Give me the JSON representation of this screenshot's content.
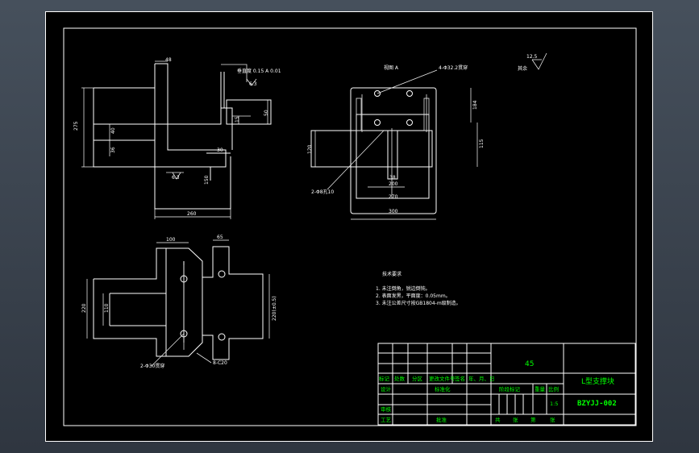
{
  "drawing": {
    "view_labels": {
      "view_a": "视图 A",
      "counterbore_top": "4-Φ32.2贯穿",
      "counterbore_side": "2-Φ8孔10",
      "holes_bottom": "2-Φ30贯穿",
      "chamfer": "8-C20",
      "surface_finish": "12.5",
      "surface_note": "其余",
      "roughness_small": "6.3"
    },
    "dims": {
      "d48": "48",
      "d275": "275",
      "d40": "40",
      "d36": "36",
      "d30": "30",
      "d15": "15",
      "d50": "50",
      "d150": "150",
      "d260": "260",
      "d184": "184",
      "d115": "115",
      "d120": "120",
      "d38": "38",
      "d200": "200",
      "d270": "270",
      "d300": "300",
      "d100": "100",
      "d65": "65",
      "d220": "220",
      "d110": "110",
      "d2209": "220(±0.5)"
    },
    "leader_top": "垂直度\n0.15 A 0.01",
    "tech": {
      "title": "技术要求",
      "lines": [
        "1. 未注倒角，锐边倒钝。",
        "2. 表面发黑，平面度：0.05mm。",
        "3. 未注公差尺寸按GB1804-m级制造。"
      ]
    }
  },
  "title_block": {
    "material": "45",
    "part_name": "L型支撑块",
    "drawing_no": "BZYJJ-002",
    "scale": "1:5",
    "header_row": [
      "标记",
      "处数",
      "分区",
      "更改文件号",
      "签名",
      "年、月、日"
    ],
    "designer_label": "设计",
    "standard_label": "标准化",
    "review_label": "审核",
    "craft_label": "工艺",
    "approve_label": "批准",
    "stage_label": "阶段标记",
    "weight_label": "重量",
    "scale_label": "比例",
    "sheet_labels": [
      "共",
      "张",
      "第",
      "张"
    ]
  }
}
